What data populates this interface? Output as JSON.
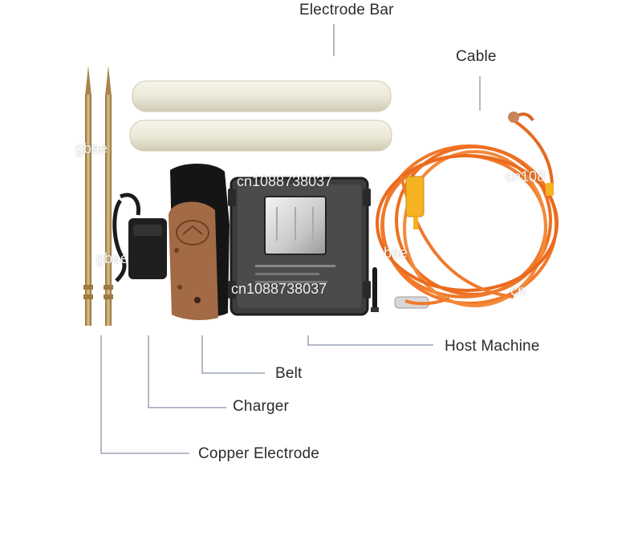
{
  "labels": {
    "electrode_bar": "Electrode Bar",
    "cable": "Cable",
    "host_machine": "Host Machine",
    "belt": "Belt",
    "charger": "Charger",
    "copper_electrode": "Copper Electrode"
  },
  "watermarks": {
    "store_a": "gbae",
    "store_b": "cn1088738037",
    "store_c": "cn108",
    "store_d": "gbae",
    "store_e": "cn1088738037",
    "store_f": "bae",
    "store_g": "cn"
  },
  "colors": {
    "label_text": "#2b2b2b",
    "leader_line": "#9aa3b5",
    "copper": "#b8945a",
    "electrode_bar": "#ece9d9",
    "cable_orange": "#f07a2c",
    "cable_yellow": "#f5b223",
    "host_case": "#3e3e3e",
    "belt_brown": "#a26a45"
  }
}
